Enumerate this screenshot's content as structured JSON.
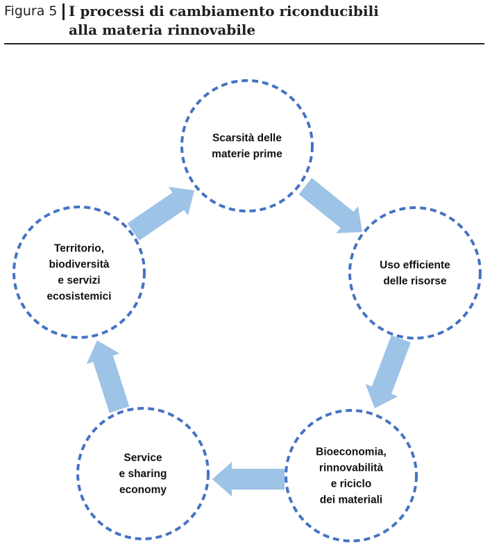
{
  "header": {
    "figure_label": "Figura 5",
    "title_line1": "I processi di cambiamento riconducibili",
    "title_line2": "alla materia rinnovabile"
  },
  "colors": {
    "circle_stroke": "#4472C4",
    "arrow_fill": "#9DC3E6",
    "text": "#111111"
  },
  "nodes": [
    {
      "id": "scarsita",
      "lines": [
        "Scarsità delle",
        "materie prime"
      ]
    },
    {
      "id": "uso-efficiente",
      "lines": [
        "Uso efficiente",
        "delle risorse"
      ]
    },
    {
      "id": "bioeconomia",
      "lines": [
        "Bioeconomia,",
        "rinnovabilità",
        "e riciclo",
        "dei materiali"
      ]
    },
    {
      "id": "service",
      "lines": [
        "Service",
        "e sharing",
        "economy"
      ]
    },
    {
      "id": "territorio",
      "lines": [
        "Territorio,",
        "biodiversità",
        "e servizi",
        "ecosistemici"
      ]
    }
  ],
  "flow": [
    [
      "scarsita",
      "uso-efficiente"
    ],
    [
      "uso-efficiente",
      "bioeconomia"
    ],
    [
      "bioeconomia",
      "service"
    ],
    [
      "service",
      "territorio"
    ],
    [
      "territorio",
      "scarsita"
    ]
  ]
}
